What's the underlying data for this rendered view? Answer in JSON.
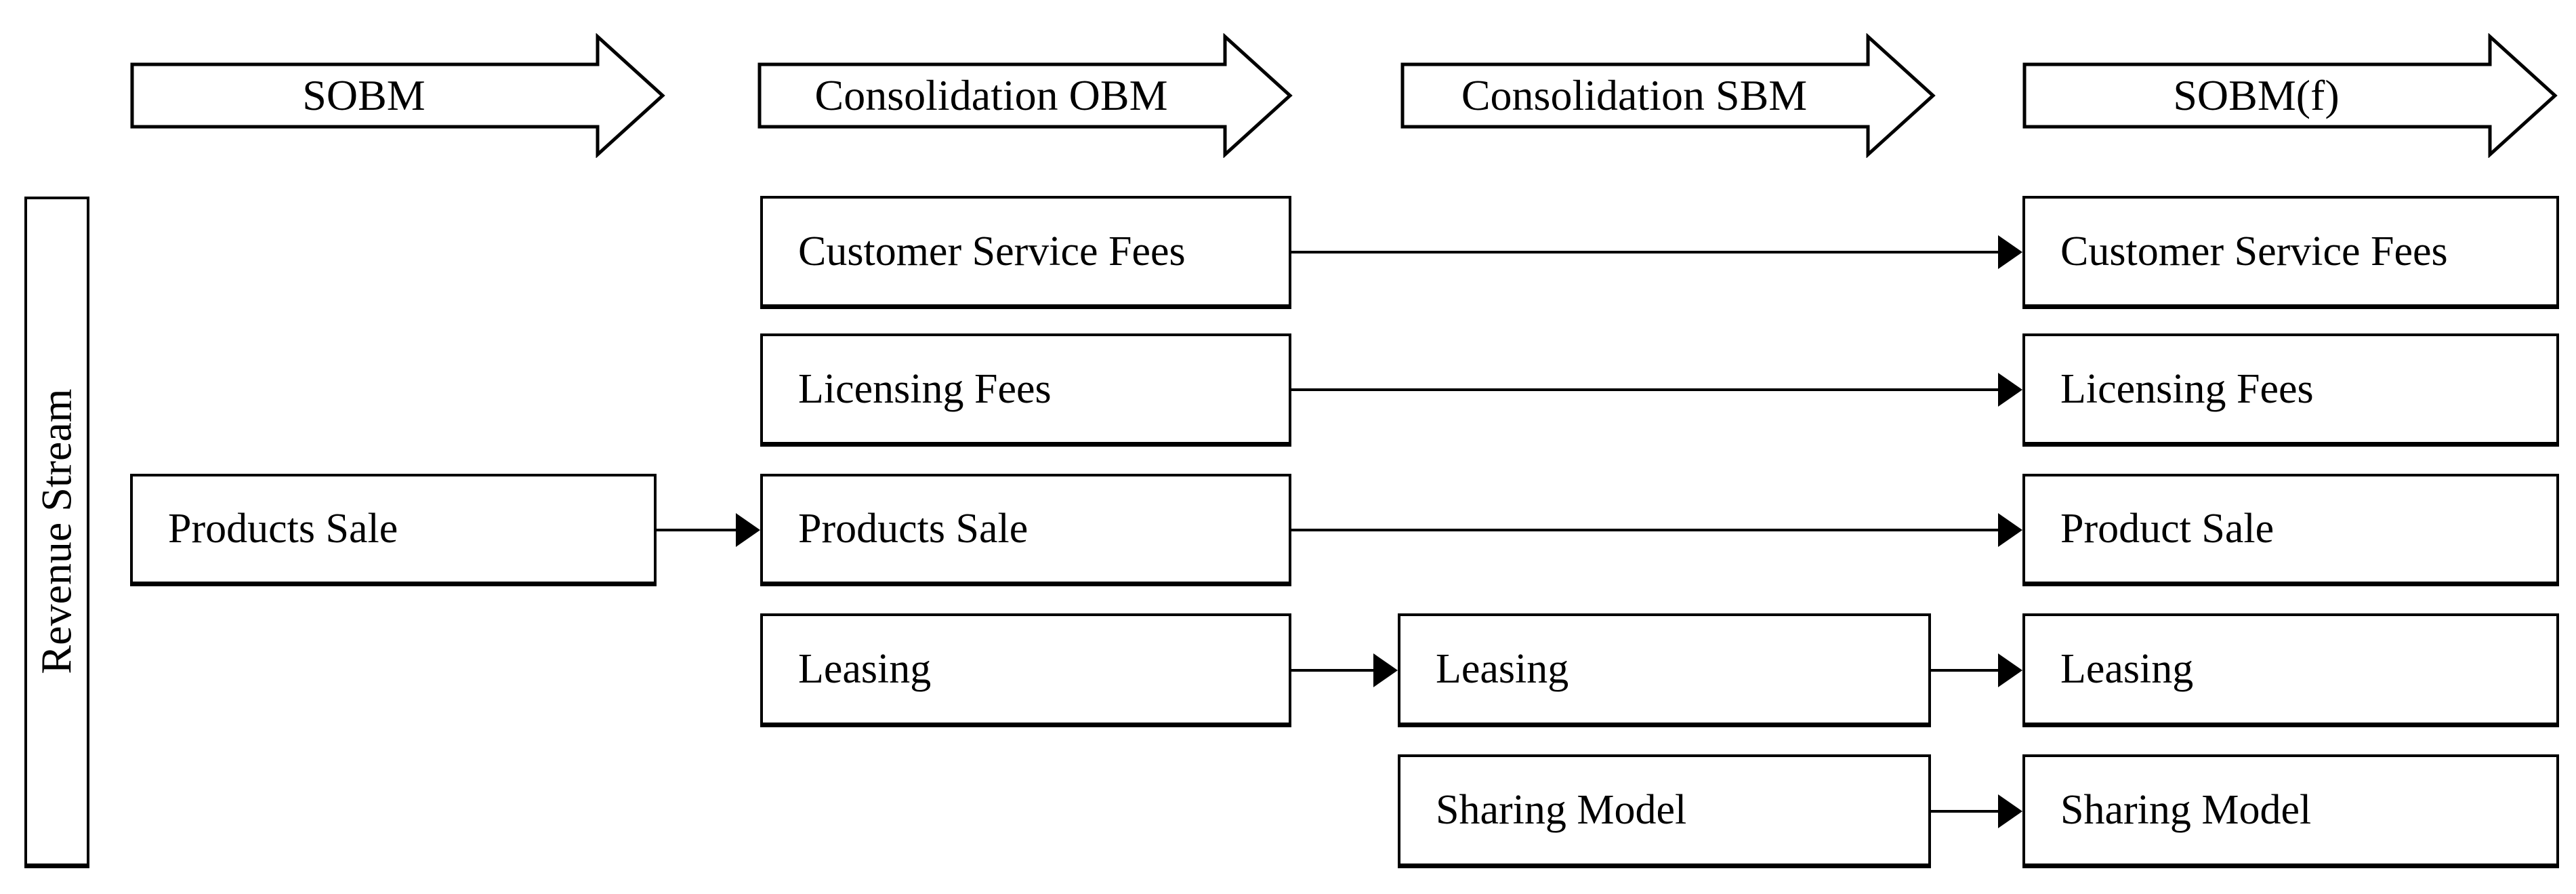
{
  "diagram": {
    "axis_label": "Revenue Stream",
    "phases": [
      {
        "label": "SOBM"
      },
      {
        "label": "Consolidation OBM"
      },
      {
        "label": "Consolidation SBM"
      },
      {
        "label": "SOBM(f)"
      }
    ],
    "columns": [
      {
        "phase": "SOBM",
        "boxes": [
          {
            "label": "Products Sale"
          }
        ]
      },
      {
        "phase": "Consolidation OBM",
        "boxes": [
          {
            "label": "Customer Service Fees"
          },
          {
            "label": "Licensing Fees"
          },
          {
            "label": "Products Sale"
          },
          {
            "label": "Leasing"
          }
        ]
      },
      {
        "phase": "Consolidation SBM",
        "boxes": [
          {
            "label": "Leasing"
          },
          {
            "label": "Sharing Model"
          }
        ]
      },
      {
        "phase": "SOBM(f)",
        "boxes": [
          {
            "label": "Customer Service Fees"
          },
          {
            "label": "Licensing Fees"
          },
          {
            "label": "Product Sale"
          },
          {
            "label": "Leasing"
          },
          {
            "label": "Sharing Model"
          }
        ]
      }
    ],
    "connections": [
      {
        "from": "SOBM / Products Sale",
        "to": "Consolidation OBM / Products Sale"
      },
      {
        "from": "Consolidation OBM / Customer Service Fees",
        "to": "SOBM(f) / Customer Service Fees"
      },
      {
        "from": "Consolidation OBM / Licensing Fees",
        "to": "SOBM(f) / Licensing Fees"
      },
      {
        "from": "Consolidation OBM / Products Sale",
        "to": "SOBM(f) / Product Sale"
      },
      {
        "from": "Consolidation OBM / Leasing",
        "to": "Consolidation SBM / Leasing"
      },
      {
        "from": "Consolidation SBM / Leasing",
        "to": "SOBM(f) / Leasing"
      },
      {
        "from": "Consolidation SBM / Sharing Model",
        "to": "SOBM(f) / Sharing Model"
      }
    ],
    "colors": {
      "ink": "#000000",
      "background": "#ffffff",
      "box_fill": "#ffffff"
    }
  }
}
